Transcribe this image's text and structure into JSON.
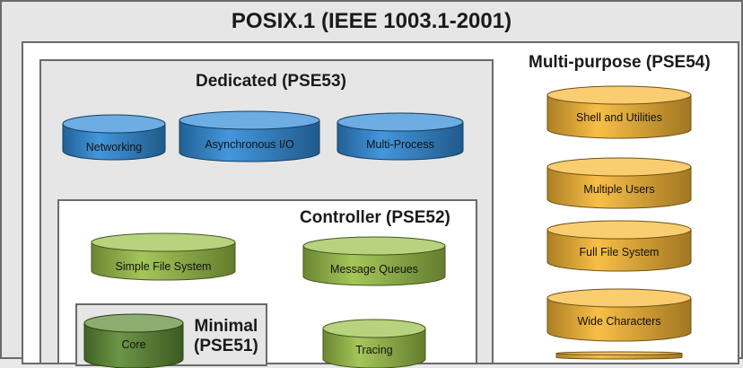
{
  "diagram": {
    "title": "POSIX.1 (IEEE 1003.1-2001)",
    "groups": {
      "pse53": {
        "title": "Dedicated (PSE53)"
      },
      "pse54": {
        "title": "Multi-purpose (PSE54)"
      },
      "pse52": {
        "title": "Controller (PSE52)"
      },
      "pse51": {
        "title_line1": "Minimal",
        "title_line2": "(PSE51)"
      }
    },
    "nodes": {
      "networking": "Networking",
      "async_io": "Asynchronous I/O",
      "multi_process": "Multi-Process",
      "simple_fs": "Simple File System",
      "message_queues": "Message Queues",
      "core": "Core",
      "tracing": "Tracing",
      "shell_utilities": "Shell and Utilities",
      "multiple_users": "Multiple Users",
      "full_fs": "Full File System",
      "wide_chars": "Wide Characters"
    }
  },
  "colors": {
    "blue": "#2f8ad8",
    "green": "#9ac047",
    "dark_green": "#5b8a33",
    "orange": "#f7b733"
  }
}
